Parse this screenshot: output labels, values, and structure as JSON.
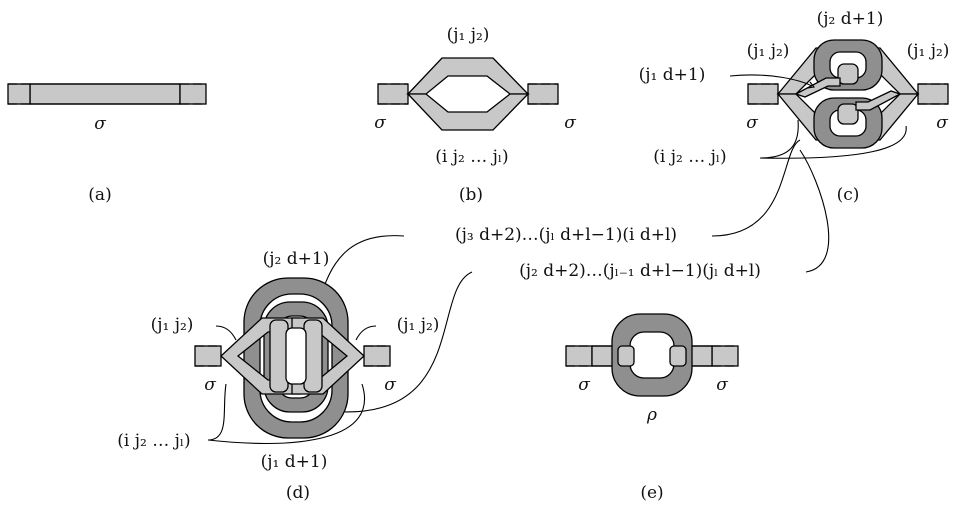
{
  "panels": {
    "a": {
      "caption": "(a)",
      "sigma": "σ"
    },
    "b": {
      "caption": "(b)",
      "sigma_left": "σ",
      "sigma_right": "σ",
      "top_label": "(j₁ j₂)",
      "bottom_label": "(i j₂ … jₗ)"
    },
    "c": {
      "caption": "(c)",
      "sigma_left": "σ",
      "sigma_right": "σ",
      "top_label": "(j₂ d+1)",
      "left_label": "(j₁ j₂)",
      "right_label": "(j₁ j₂)",
      "mid_label": "(j₁ d+1)",
      "bottom_label": "(i j₂ … jₗ)"
    },
    "d": {
      "caption": "(d)",
      "sigma_left": "σ",
      "sigma_right": "σ",
      "top_label": "(j₂ d+1)",
      "left_label": "(j₁ j₂)",
      "right_label": "(j₁ j₂)",
      "bottom_left_label": "(i j₂ … jₗ)",
      "bottom_label": "(j₁ d+1)"
    },
    "e": {
      "caption": "(e)",
      "sigma_left": "σ",
      "sigma_right": "σ",
      "rho": "ρ"
    }
  },
  "shared_labels": {
    "upper": "(j₃ d+2)…(jₗ d+l−1)(i d+l)",
    "lower": "(j₂ d+2)…(jₗ₋₁ d+l−1)(jₗ d+l)"
  },
  "colors": {
    "light_band": "#c8c8c8",
    "dark_band": "#8f8f8f"
  }
}
